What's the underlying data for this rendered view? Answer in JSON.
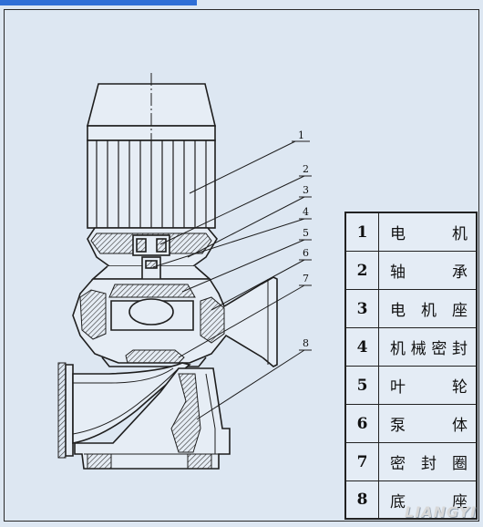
{
  "callouts": [
    "1",
    "2",
    "3",
    "4",
    "5",
    "6",
    "7",
    "8"
  ],
  "legend": [
    {
      "num": "1",
      "name": "电机"
    },
    {
      "num": "2",
      "name": "轴承"
    },
    {
      "num": "3",
      "name": "电机座"
    },
    {
      "num": "4",
      "name": "机械密封"
    },
    {
      "num": "5",
      "name": "叶轮"
    },
    {
      "num": "6",
      "name": "泵体"
    },
    {
      "num": "7",
      "name": "密封圈"
    },
    {
      "num": "8",
      "name": "底座"
    }
  ],
  "watermark": "LIANGYI",
  "colors": {
    "background": "#dde7f2",
    "line": "#1e1e1e",
    "section_hatch": "#333333",
    "accent_bar": "#2f6fd6"
  }
}
